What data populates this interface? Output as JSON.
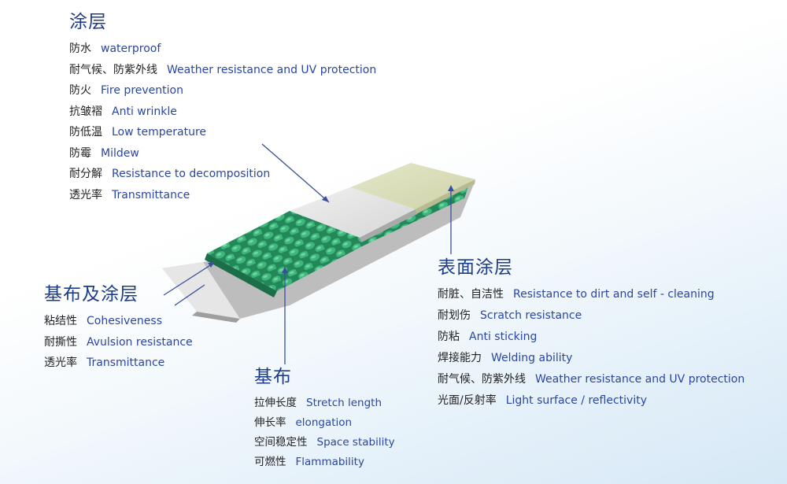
{
  "coating": {
    "title": "涂层",
    "items": [
      {
        "zh": "防水",
        "en": "waterproof"
      },
      {
        "zh": "耐气候、防紫外线",
        "en": "Weather resistance and UV protection"
      },
      {
        "zh": "防火",
        "en": "Fire prevention"
      },
      {
        "zh": "抗皱褶",
        "en": "Anti wrinkle"
      },
      {
        "zh": "防低温",
        "en": "Low temperature"
      },
      {
        "zh": "防霉",
        "en": "Mildew"
      },
      {
        "zh": "耐分解",
        "en": "Resistance to decomposition"
      },
      {
        "zh": "透光率",
        "en": "Transmittance"
      }
    ]
  },
  "base_and_coating": {
    "title": "基布及涂层",
    "items": [
      {
        "zh": "粘结性",
        "en": "Cohesiveness"
      },
      {
        "zh": "耐撕性",
        "en": "Avulsion resistance"
      },
      {
        "zh": "透光率",
        "en": "Transmittance"
      }
    ]
  },
  "base_fabric": {
    "title": "基布",
    "items": [
      {
        "zh": "拉伸长度",
        "en": "Stretch length"
      },
      {
        "zh": "伸长率",
        "en": "elongation"
      },
      {
        "zh": "空间稳定性",
        "en": "Space stability"
      },
      {
        "zh": "可燃性",
        "en": "Flammability"
      }
    ]
  },
  "surface_coating": {
    "title": "表面涂层",
    "items": [
      {
        "zh": "耐脏、自洁性",
        "en": "Resistance to dirt and self - cleaning"
      },
      {
        "zh": "耐划伤",
        "en": "Scratch resistance"
      },
      {
        "zh": "防粘",
        "en": "Anti sticking"
      },
      {
        "zh": "焊接能力",
        "en": "Welding ability"
      },
      {
        "zh": "耐气候、防紫外线",
        "en": "Weather resistance and UV protection"
      },
      {
        "zh": "光面/反射率",
        "en": "Light surface / reflectivity"
      }
    ]
  },
  "colors": {
    "heading": "#1d3c8a",
    "english_text": "#2a46a0",
    "chinese_text": "#222222",
    "mesh_green": "#2fa06a",
    "grey_layer": "#dcdcdc",
    "top_layer": "#d9dcb8",
    "pointer_line": "#3a4f9a"
  }
}
